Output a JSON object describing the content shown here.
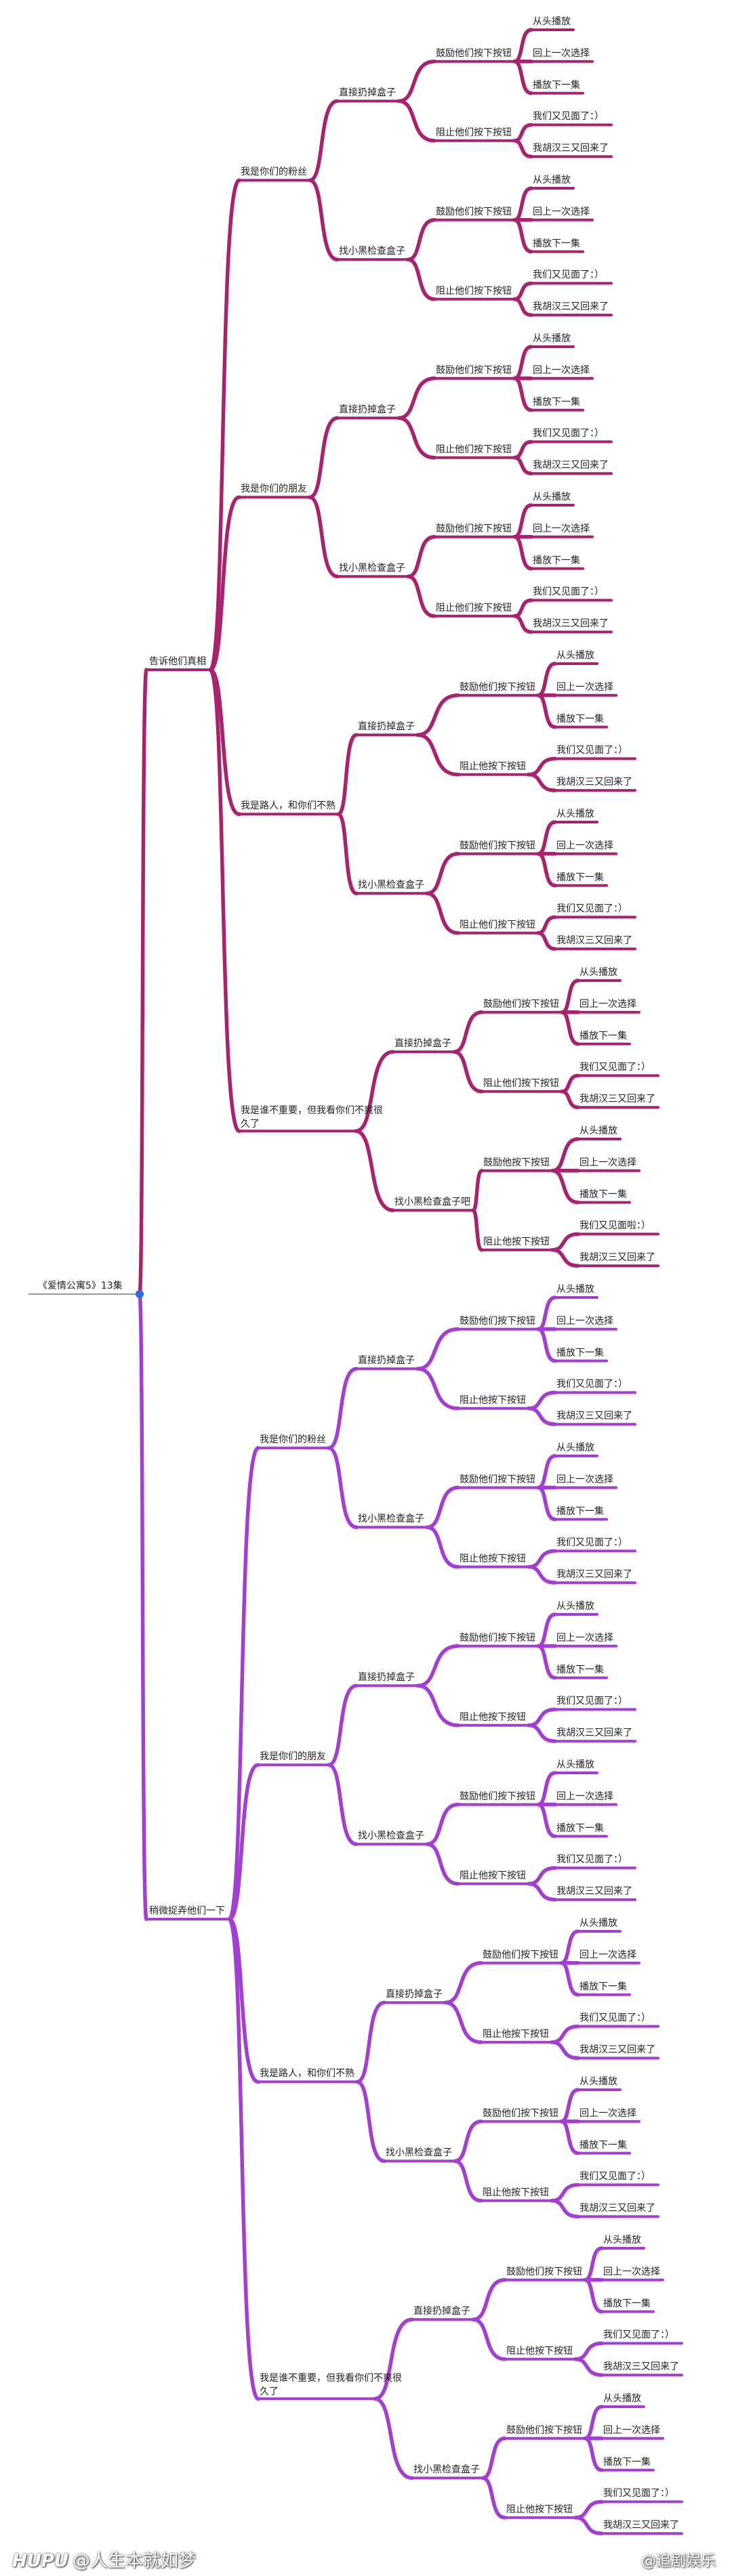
{
  "colors": {
    "branch_truth": "#a8226e",
    "branch_prank": "#a33fd0",
    "root_dot": "#2d6cdf",
    "text": "#222222"
  },
  "root": {
    "label": "《爱情公寓5》13集"
  },
  "branches": [
    {
      "label": "告诉他们真相",
      "children": [
        {
          "label": "我是你们的粉丝",
          "children": [
            {
              "label": "直接扔掉盒子",
              "children": [
                {
                  "label": "鼓励他们按下按钮",
                  "children": [
                    "从头播放",
                    "回上一次选择",
                    "播放下一集"
                  ]
                },
                {
                  "label": "阻止他们按下按钮",
                  "children": [
                    "我们又见面了：）",
                    "我胡汉三又回来了"
                  ]
                }
              ]
            },
            {
              "label": "找小黑检查盒子",
              "children": [
                {
                  "label": "鼓励他们按下按钮",
                  "children": [
                    "从头播放",
                    "回上一次选择",
                    "播放下一集"
                  ]
                },
                {
                  "label": "阻止他们按下按钮",
                  "children": [
                    "我们又见面了：）",
                    "我胡汉三又回来了"
                  ]
                }
              ]
            }
          ]
        },
        {
          "label": "我是你们的朋友",
          "children": [
            {
              "label": "直接扔掉盒子",
              "children": [
                {
                  "label": "鼓励他们按下按钮",
                  "children": [
                    "从头播放",
                    "回上一次选择",
                    "播放下一集"
                  ]
                },
                {
                  "label": "阻止他们按下按钮",
                  "children": [
                    "我们又见面了：）",
                    "我胡汉三又回来了"
                  ]
                }
              ]
            },
            {
              "label": "找小黑检查盒子",
              "children": [
                {
                  "label": "鼓励他们按下按钮",
                  "children": [
                    "从头播放",
                    "回上一次选择",
                    "播放下一集"
                  ]
                },
                {
                  "label": "阻止他们按下按钮",
                  "children": [
                    "我们又见面了：）",
                    "我胡汉三又回来了"
                  ]
                }
              ]
            }
          ]
        },
        {
          "label": "我是路人，和你们不熟",
          "children": [
            {
              "label": "直接扔掉盒子",
              "children": [
                {
                  "label": "鼓励他们按下按钮",
                  "children": [
                    "从头播放",
                    "回上一次选择",
                    "播放下一集"
                  ]
                },
                {
                  "label": "阻止他按下按钮",
                  "children": [
                    "我们又见面了：）",
                    "我胡汉三又回来了"
                  ]
                }
              ]
            },
            {
              "label": "找小黑检查盒子",
              "children": [
                {
                  "label": "鼓励他们按下按钮",
                  "children": [
                    "从头播放",
                    "回上一次选择",
                    "播放下一集"
                  ]
                },
                {
                  "label": "阻止他们按下按钮",
                  "children": [
                    "我们又见面了：）",
                    "我胡汉三又回来了"
                  ]
                }
              ]
            }
          ]
        },
        {
          "label": "我是谁不重要，但我看你们不爽很久了",
          "children": [
            {
              "label": "直接扔掉盒子",
              "children": [
                {
                  "label": "鼓励他们按下按钮",
                  "children": [
                    "从头播放",
                    "回上一次选择",
                    "播放下一集"
                  ]
                },
                {
                  "label": "阻止他们按下按钮",
                  "children": [
                    "我们又见面了：）",
                    "我胡汉三又回来了"
                  ]
                }
              ]
            },
            {
              "label": "找小黑检查盒子吧",
              "children": [
                {
                  "label": "鼓励他按下按钮",
                  "children": [
                    "从头播放",
                    "回上一次选择",
                    "播放下一集"
                  ]
                },
                {
                  "label": "阻止他按下按钮",
                  "children": [
                    "我们又见面啦：）",
                    "我胡汉三又回来了"
                  ]
                }
              ]
            }
          ]
        }
      ]
    },
    {
      "label": "稍微捉弄他们一下",
      "children": [
        {
          "label": "我是你们的粉丝",
          "children": [
            {
              "label": "直接扔掉盒子",
              "children": [
                {
                  "label": "鼓励他们按下按钮",
                  "children": [
                    "从头播放",
                    "回上一次选择",
                    "播放下一集"
                  ]
                },
                {
                  "label": "阻止他按下按钮",
                  "children": [
                    "我们又见面了：）",
                    "我胡汉三又回来了"
                  ]
                }
              ]
            },
            {
              "label": "找小黑检查盒子",
              "children": [
                {
                  "label": "鼓励他们按下按钮",
                  "children": [
                    "从头播放",
                    "回上一次选择",
                    "播放下一集"
                  ]
                },
                {
                  "label": "阻止他按下按钮",
                  "children": [
                    "我们又见面了：）",
                    "我胡汉三又回来了"
                  ]
                }
              ]
            }
          ]
        },
        {
          "label": "我是你们的朋友",
          "children": [
            {
              "label": "直接扔掉盒子",
              "children": [
                {
                  "label": "鼓励他们按下按钮",
                  "children": [
                    "从头播放",
                    "回上一次选择",
                    "播放下一集"
                  ]
                },
                {
                  "label": "阻止他按下按钮",
                  "children": [
                    "我们又见面了：）",
                    "我胡汉三又回来了"
                  ]
                }
              ]
            },
            {
              "label": "找小黑检查盒子",
              "children": [
                {
                  "label": "鼓励他们按下按钮",
                  "children": [
                    "从头播放",
                    "回上一次选择",
                    "播放下一集"
                  ]
                },
                {
                  "label": "阻止他按下按钮",
                  "children": [
                    "我们又见面了：）",
                    "我胡汉三又回来了"
                  ]
                }
              ]
            }
          ]
        },
        {
          "label": "我是路人，和你们不熟",
          "children": [
            {
              "label": "直接扔掉盒子",
              "children": [
                {
                  "label": "鼓励他们按下按钮",
                  "children": [
                    "从头播放",
                    "回上一次选择",
                    "播放下一集"
                  ]
                },
                {
                  "label": "阻止他按下按钮",
                  "children": [
                    "我们又见面了：）",
                    "我胡汉三又回来了"
                  ]
                }
              ]
            },
            {
              "label": "找小黑检查盒子",
              "children": [
                {
                  "label": "鼓励他们按下按钮",
                  "children": [
                    "从头播放",
                    "回上一次选择",
                    "播放下一集"
                  ]
                },
                {
                  "label": "阻止他按下按钮",
                  "children": [
                    "我们又见面了：）",
                    "我胡汉三又回来了"
                  ]
                }
              ]
            }
          ]
        },
        {
          "label": "我是谁不重要，但我看你们不爽很久了",
          "children": [
            {
              "label": "直接扔掉盒子",
              "children": [
                {
                  "label": "鼓励他们按下按钮",
                  "children": [
                    "从头播放",
                    "回上一次选择",
                    "播放下一集"
                  ]
                },
                {
                  "label": "阻止他按下按钮",
                  "children": [
                    "我们又见面了：）",
                    "我胡汉三又回来了"
                  ]
                }
              ]
            },
            {
              "label": "找小黑检查盒子",
              "children": [
                {
                  "label": "鼓励他们按下按钮",
                  "children": [
                    "从头播放",
                    "回上一次选择",
                    "播放下一集"
                  ]
                },
                {
                  "label": "阻止他按下按钮",
                  "children": [
                    "我们又见面了：）",
                    "我胡汉三又回来了"
                  ]
                }
              ]
            }
          ]
        }
      ]
    }
  ],
  "footer": {
    "hupu": "HUPU",
    "author": "@人生本就如梦",
    "weibo": "@追剧娱乐"
  }
}
